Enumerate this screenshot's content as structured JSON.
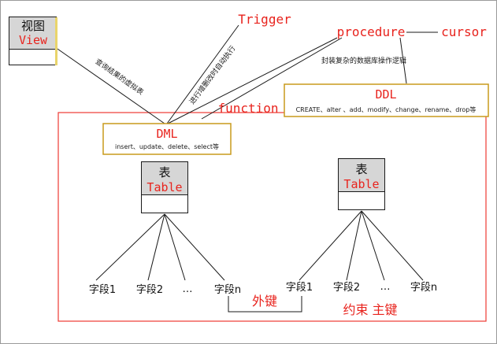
{
  "nodes": {
    "view": {
      "title": "视图",
      "subtitle": "View"
    },
    "table_left": {
      "title": "表",
      "subtitle": "Table"
    },
    "table_right": {
      "title": "表",
      "subtitle": "Table"
    },
    "dml": {
      "title": "DML",
      "detail": "insert、update、delete、select等"
    },
    "ddl": {
      "title": "DDL",
      "detail": "CREATE、alter 、add、modify、change、rename、drop等"
    }
  },
  "labels": {
    "trigger": "Trigger",
    "procedure": "procedure",
    "cursor": "cursor",
    "function": "function",
    "view_edge": "查询结果的虚拟表",
    "trigger_edge": "进行增删改时自动执行",
    "procedure_note": "封装复杂的数据库操作逻辑",
    "foreign_key": "外键",
    "constraints": "约束 主键"
  },
  "fields_left": [
    "字段1",
    "字段2",
    "…",
    "字段n"
  ],
  "fields_right": [
    "字段1",
    "字段2",
    "…",
    "字段n"
  ],
  "colors": {
    "accent_red": "#e8231d",
    "frame_red": "#ee3a33",
    "box_gold": "#c89a1c",
    "node_fill": "#d6d6d6",
    "line": "#1a1a1a"
  }
}
